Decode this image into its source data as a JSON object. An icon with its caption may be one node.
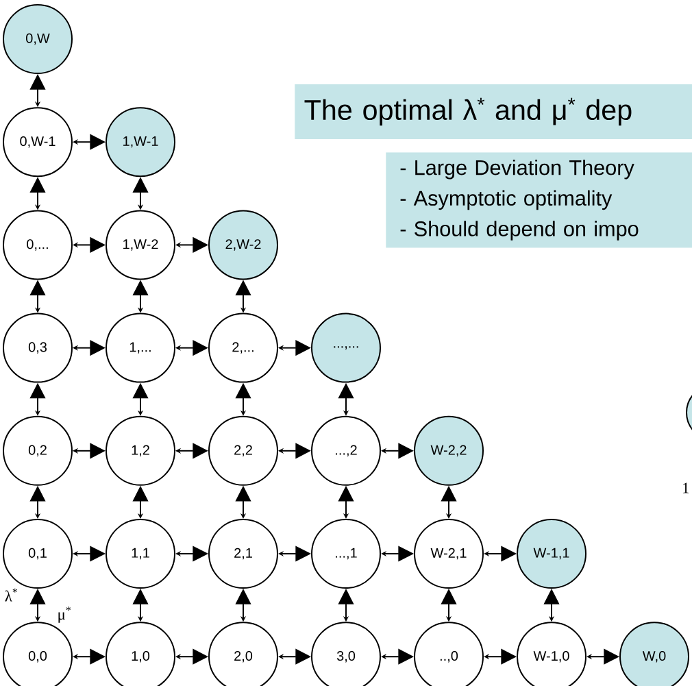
{
  "diagram": {
    "nodes": [
      {
        "text": [
          "The optimal λ$^{*}$ and μ$^{*}$ dep"
        ]
      },
      {
        "text": [
          "- Large Deviation Theory",
          "- Asymptotic optimality",
          "- Should depend on impo"
        ]
      },
      {
        "text": [
          "0,W"
        ]
      },
      {
        "text": [
          "0,W-1"
        ]
      },
      {
        "text": [
          "1,W-1"
        ]
      },
      {
        "text": [
          "0,..."
        ]
      },
      {
        "text": [
          "1,W-2"
        ]
      },
      {
        "text": [
          "2,W-2"
        ]
      },
      {
        "text": [
          "0,3"
        ]
      },
      {
        "text": [
          "1,..."
        ]
      },
      {
        "text": [
          "2,..."
        ]
      },
      {
        "text": [
          "...,..."
        ]
      },
      {
        "text": [
          "0,2"
        ]
      },
      {
        "text": [
          "1,2"
        ]
      },
      {
        "text": [
          "2,2"
        ]
      },
      {
        "text": [
          "...,2"
        ]
      },
      {
        "text": [
          "W-2,2"
        ]
      },
      {
        "text": [
          "0,1"
        ]
      },
      {
        "text": [
          "1,1"
        ]
      },
      {
        "text": [
          "2,1"
        ]
      },
      {
        "text": [
          "...,1"
        ]
      },
      {
        "text": [
          "W-2,1"
        ]
      },
      {
        "text": [
          "W-1,1"
        ]
      },
      {
        "text": [
          "0,0"
        ]
      },
      {
        "text": [
          "1,0"
        ]
      },
      {
        "text": [
          "2,0"
        ]
      },
      {
        "text": [
          "3,0"
        ]
      },
      {
        "text": [
          "..,0"
        ]
      },
      {
        "text": [
          "W-1,0"
        ]
      },
      {
        "text": [
          "W,0"
        ]
      },
      {
        "text": [],
        "shape": "circle"
      }
    ],
    "edges": [
      {
        "from": 3,
        "to": 2,
        "arrow": "both"
      },
      {
        "from": 3,
        "to": 4,
        "arrow": "both"
      },
      {
        "from": 5,
        "to": 3,
        "arrow": "both"
      },
      {
        "from": 6,
        "to": 4,
        "arrow": "both"
      },
      {
        "from": 5,
        "to": 6,
        "arrow": "both"
      },
      {
        "from": 6,
        "to": 7,
        "arrow": "both"
      },
      {
        "from": 8,
        "to": 5,
        "arrow": "both"
      },
      {
        "from": 9,
        "to": 6,
        "arrow": "both"
      },
      {
        "from": 10,
        "to": 7,
        "arrow": "both"
      },
      {
        "from": 8,
        "to": 9,
        "arrow": "both"
      },
      {
        "from": 9,
        "to": 10,
        "arrow": "both"
      },
      {
        "from": 10,
        "to": 11,
        "arrow": "both"
      },
      {
        "from": 12,
        "to": 8,
        "arrow": "both"
      },
      {
        "from": 13,
        "to": 9,
        "arrow": "both"
      },
      {
        "from": 14,
        "to": 10,
        "arrow": "both"
      },
      {
        "from": 15,
        "to": 11,
        "arrow": "both"
      },
      {
        "from": 12,
        "to": 13,
        "arrow": "both"
      },
      {
        "from": 13,
        "to": 14,
        "arrow": "both"
      },
      {
        "from": 14,
        "to": 15,
        "arrow": "both"
      },
      {
        "from": 15,
        "to": 16,
        "arrow": "both"
      },
      {
        "from": 17,
        "to": 12,
        "arrow": "both"
      },
      {
        "from": 18,
        "to": 13,
        "arrow": "both"
      },
      {
        "from": 19,
        "to": 14,
        "arrow": "both"
      },
      {
        "from": 20,
        "to": 15,
        "arrow": "both"
      },
      {
        "from": 21,
        "to": 16,
        "arrow": "both"
      },
      {
        "from": 17,
        "to": 18,
        "arrow": "both"
      },
      {
        "from": 18,
        "to": 19,
        "arrow": "both"
      },
      {
        "from": 19,
        "to": 20,
        "arrow": "both"
      },
      {
        "from": 20,
        "to": 21,
        "arrow": "both"
      },
      {
        "from": 21,
        "to": 22,
        "arrow": "both"
      },
      {
        "from": 23,
        "to": 17,
        "arrow": "both"
      },
      {
        "from": 24,
        "to": 18,
        "arrow": "both"
      },
      {
        "from": 25,
        "to": 19,
        "arrow": "both"
      },
      {
        "from": 26,
        "to": 20,
        "arrow": "both"
      },
      {
        "from": 27,
        "to": 21,
        "arrow": "both"
      },
      {
        "from": 28,
        "to": 22,
        "arrow": "both"
      },
      {
        "from": 23,
        "to": 24,
        "arrow": "both"
      },
      {
        "from": 24,
        "to": 25,
        "arrow": "both"
      },
      {
        "from": 25,
        "to": 26,
        "arrow": "both"
      },
      {
        "from": 26,
        "to": 27,
        "arrow": "both"
      },
      {
        "from": 27,
        "to": 28,
        "arrow": "both"
      },
      {
        "from": 28,
        "to": 29,
        "arrow": "both"
      }
    ],
    "labels": [
      "λ$^{*}$",
      "μ$^{*}$",
      "1"
    ]
  }
}
